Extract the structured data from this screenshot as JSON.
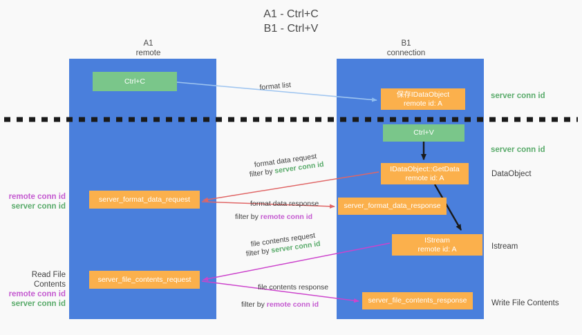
{
  "title": {
    "line1": "A1 - Ctrl+C",
    "line2": "B1 - Ctrl+V"
  },
  "colors": {
    "lane": "#4a7fdc",
    "green_box": "#7ac68a",
    "orange_box": "#fbb04c",
    "server_conn": "#5aab6b",
    "remote_conn": "#c45ad0",
    "red_arrow": "#e06666",
    "magenta_arrow": "#cc44cc",
    "blue_arrow": "#9fc5f0",
    "black_arrow": "#1a1a1a",
    "background": "#f9f9f9"
  },
  "lanes": [
    {
      "name": "A1",
      "sub": "remote"
    },
    {
      "name": "B1",
      "sub": "connection"
    }
  ],
  "boxes": {
    "ctrl_c": "Ctrl+C",
    "save_idataobject_l1": "保存IDataObject",
    "save_idataobject_l2": "remote id: A",
    "ctrl_v": "Ctrl+V",
    "getdata_l1": "IDataObject::GetData",
    "getdata_l2": "remote id: A",
    "format_data_request": "server_format_data_request",
    "format_data_response": "server_format_data_response",
    "istream_l1": "IStream",
    "istream_l2": "remote id: A",
    "file_contents_request": "server_file_contents_request",
    "file_contents_response": "server_file_contents_response"
  },
  "right_labels": {
    "conn_1": "server conn id",
    "conn_2": "server conn id",
    "dataobject": "DataObject",
    "istream": "Istream",
    "write_file": "Write File Contents"
  },
  "left_labels": {
    "group1_remote": "remote conn id",
    "group1_server": "server conn id",
    "read_file": "Read File Contents",
    "group2_remote": "remote conn id",
    "group2_server": "server conn id"
  },
  "middle_labels": {
    "format_list": "format list",
    "format_data_request": "format data request",
    "filter_by": "filter by",
    "server_conn_id": "server conn id",
    "remote_conn_id": "remote conn id",
    "format_data_response": "format data response",
    "file_contents_request": "file contents request",
    "file_contents_response": "file contents response"
  }
}
